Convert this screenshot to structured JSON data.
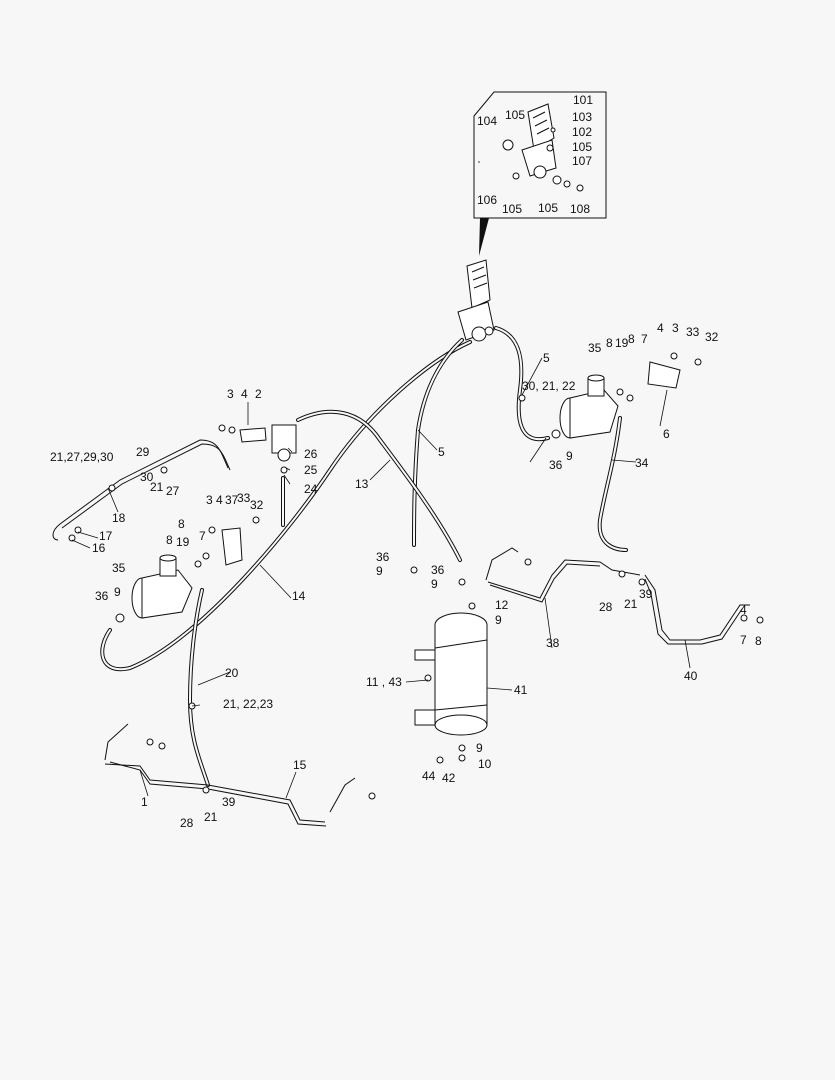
{
  "diagram": {
    "inset_labels": [
      "101",
      "105",
      "104",
      "103",
      "102",
      "105",
      "107",
      "106",
      "105",
      "105",
      "108"
    ],
    "labels": [
      "3",
      "4",
      "2",
      "26",
      "25",
      "24",
      "21,27,29,30",
      "29",
      "30",
      "21",
      "27",
      "18",
      "17",
      "16",
      "3",
      "4",
      "37",
      "33",
      "32",
      "8",
      "7",
      "19",
      "8",
      "35",
      "36",
      "9",
      "14",
      "20",
      "21, 22,23",
      "1",
      "15",
      "28",
      "21",
      "39",
      "13",
      "5",
      "5",
      "30, 21, 22",
      "35",
      "8",
      "19",
      "8",
      "7",
      "4",
      "3",
      "33",
      "32",
      "6",
      "36",
      "9",
      "34",
      "36",
      "9",
      "36",
      "9",
      "12",
      "9",
      "11 , 43",
      "41",
      "9",
      "10",
      "44",
      "42",
      "38",
      "28",
      "21",
      "39",
      "40",
      "4",
      "7",
      "8"
    ]
  }
}
